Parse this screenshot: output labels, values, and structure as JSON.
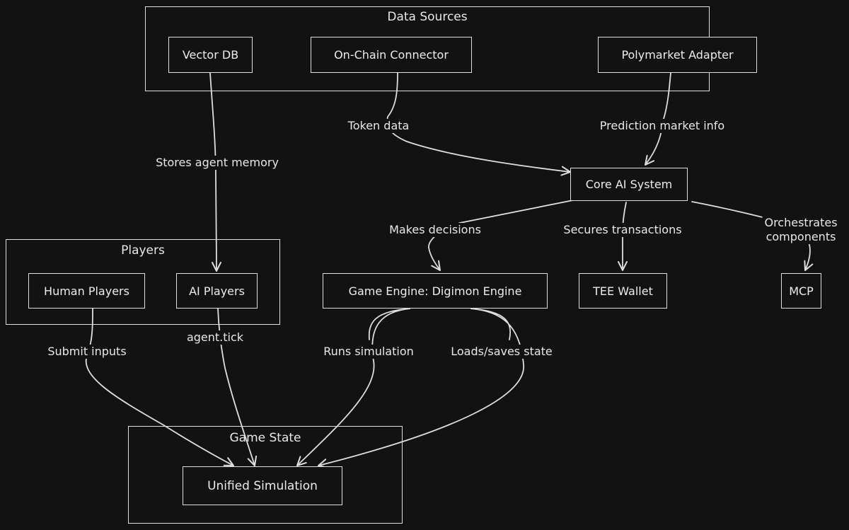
{
  "groups": {
    "data_sources": {
      "title": "Data Sources"
    },
    "players": {
      "title": "Players"
    },
    "game_state": {
      "title": "Game State"
    }
  },
  "nodes": {
    "vector_db": "Vector DB",
    "on_chain_connector": "On-Chain Connector",
    "polymarket_adapter": "Polymarket Adapter",
    "core_ai_system": "Core AI System",
    "human_players": "Human Players",
    "ai_players": "AI Players",
    "game_engine": "Game Engine: Digimon Engine",
    "tee_wallet": "TEE Wallet",
    "mcp": "MCP",
    "unified_simulation": "Unified Simulation"
  },
  "edge_labels": {
    "token_data": "Token data",
    "prediction_market_info": "Prediction market info",
    "stores_agent_memory": "Stores agent memory",
    "makes_decisions": "Makes decisions",
    "secures_transactions": "Secures transactions",
    "orchestrates_line1": "Orchestrates",
    "orchestrates_line2": "components",
    "submit_inputs": "Submit inputs",
    "agent_tick": "agent.tick",
    "runs_simulation": "Runs simulation",
    "loads_saves_state": "Loads/saves state"
  },
  "colors": {
    "background": "#121212",
    "stroke": "#dedede",
    "text": "#e8e8e8"
  }
}
